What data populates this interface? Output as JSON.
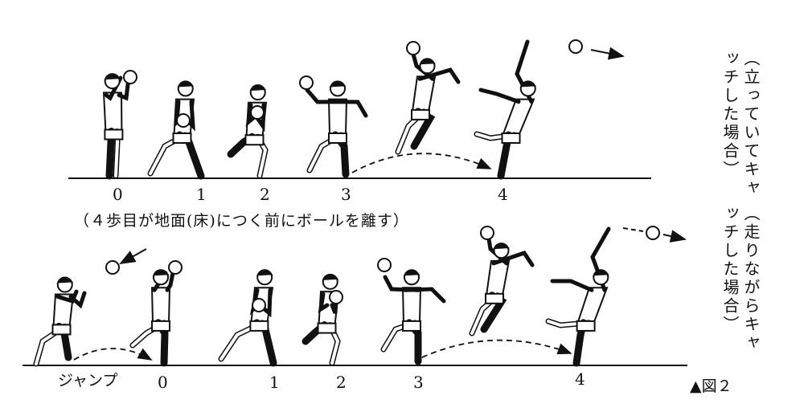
{
  "top_row": {
    "step_labels": [
      "0",
      "1",
      "2",
      "3",
      "4"
    ],
    "side_note": "（立っていてキャッチした場合）"
  },
  "caption": "（４歩目が地面(床)につく前にボールを離す）",
  "bottom_row": {
    "jump_label": "ジャンプ",
    "step_labels": [
      "0",
      "1",
      "2",
      "3",
      "4"
    ],
    "side_note": "（走りながらキャッチした場合）"
  },
  "figure_label": "▲図２",
  "colors": {
    "ink": "#111111",
    "background": "#ffffff"
  }
}
